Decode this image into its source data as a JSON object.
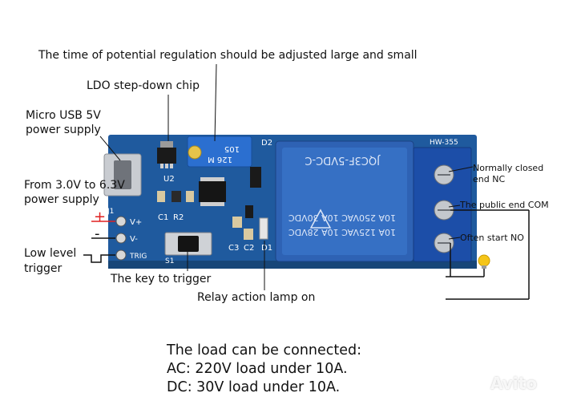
{
  "annotations": {
    "time_regulation": "The time of potential regulation should be adjusted large and small",
    "ldo_chip": "LDO step-down chip",
    "micro_usb_line1": "Micro USB 5V",
    "micro_usb_line2": "power supply",
    "from_voltage_line1": "From 3.0V to 6.3V",
    "from_voltage_line2": "power supply",
    "low_level_line1": "Low level",
    "low_level_line2": "trigger",
    "key_to_trigger": "The key to trigger",
    "relay_lamp": "Relay action lamp on",
    "nc_line1": "Normally closed",
    "nc_line2": "end NC",
    "com": "The public end COM",
    "no": "Often start NO"
  },
  "board": {
    "model": "HW-355",
    "relay_model": "JQC3F-5VDC-C",
    "relay_rating1": "10A 250VAC 10A 30VDC",
    "relay_rating2": "10A 125VAC 10A 28VDC",
    "pot_label": "105",
    "pot_label2": "126 M",
    "labels": {
      "d2": "D2",
      "u2": "U2",
      "j1": "J1",
      "vplus": "V+",
      "vminus": "V-",
      "trig": "TRIG",
      "c1": "C1",
      "r2": "R2",
      "s1": "S1",
      "c3": "C3",
      "c2": "C2",
      "d1": "D1",
      "plus": "+",
      "minus": "-"
    }
  },
  "load_info": {
    "line1": "The load can be connected:",
    "line2": "AC: 220V load under 10A.",
    "line3": "DC: 30V load under 10A."
  },
  "watermark": "Avito",
  "colors": {
    "pcb": "#1f5a9e",
    "relay": "#2e62b4",
    "terminal": "#1c4ea8",
    "wire": "#000000",
    "lamp": "#f5c518"
  }
}
